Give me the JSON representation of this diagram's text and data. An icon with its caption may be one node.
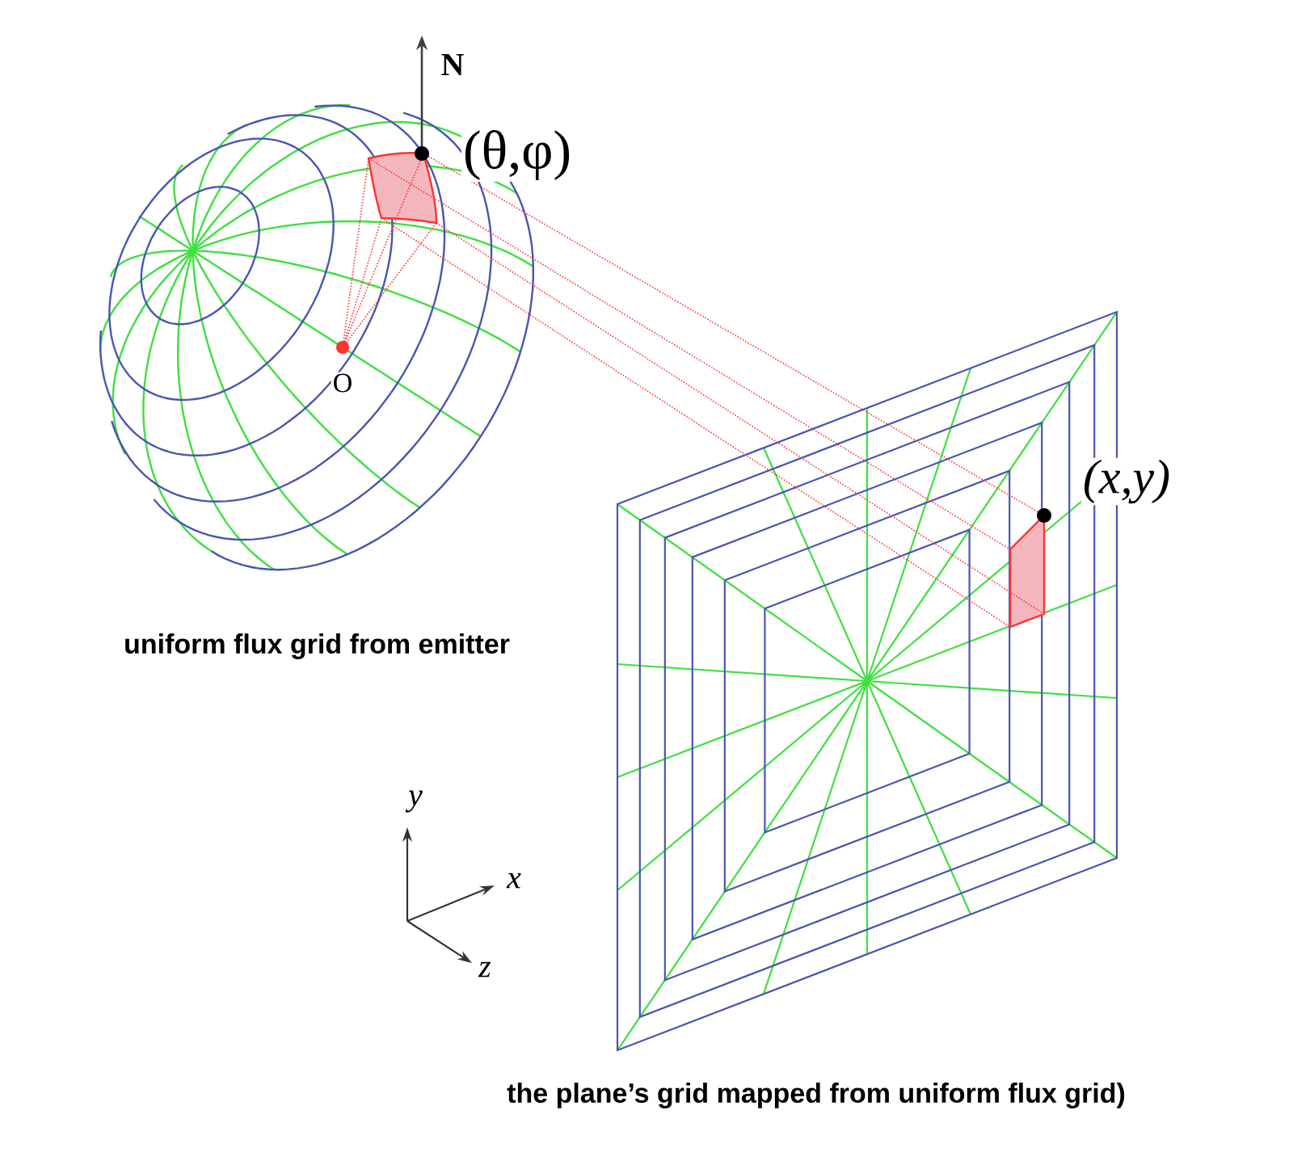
{
  "diagram": {
    "labels": [
      "N",
      "(θ,φ)",
      "O",
      "(x,y)",
      "uniform flux grid from emitter",
      "y",
      "x",
      "z",
      "the plane’s grid mapped from uniform flux grid)"
    ]
  }
}
